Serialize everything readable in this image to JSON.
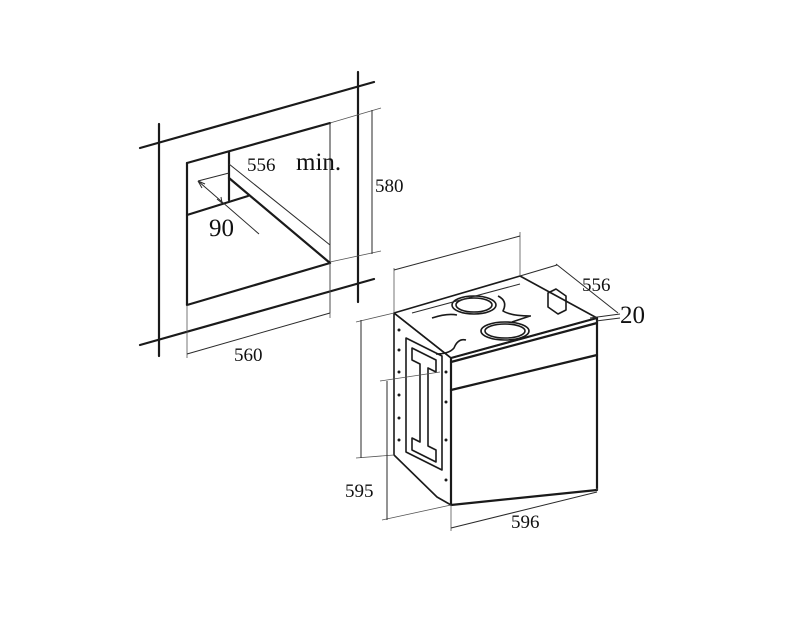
{
  "diagram": {
    "title": "Built-in oven installation dimensions",
    "colors": {
      "line": "#1a1a1a",
      "background": "#ffffff"
    },
    "cutout": {
      "name": "cabinet-niche",
      "labels": {
        "depth": "556",
        "min_note": "min.",
        "height": "580",
        "width": "560",
        "vent_gap": "90"
      }
    },
    "oven": {
      "name": "oven-unit",
      "labels": {
        "depth": "556",
        "door_thickness": "20",
        "height": "595",
        "width": "596"
      }
    }
  }
}
